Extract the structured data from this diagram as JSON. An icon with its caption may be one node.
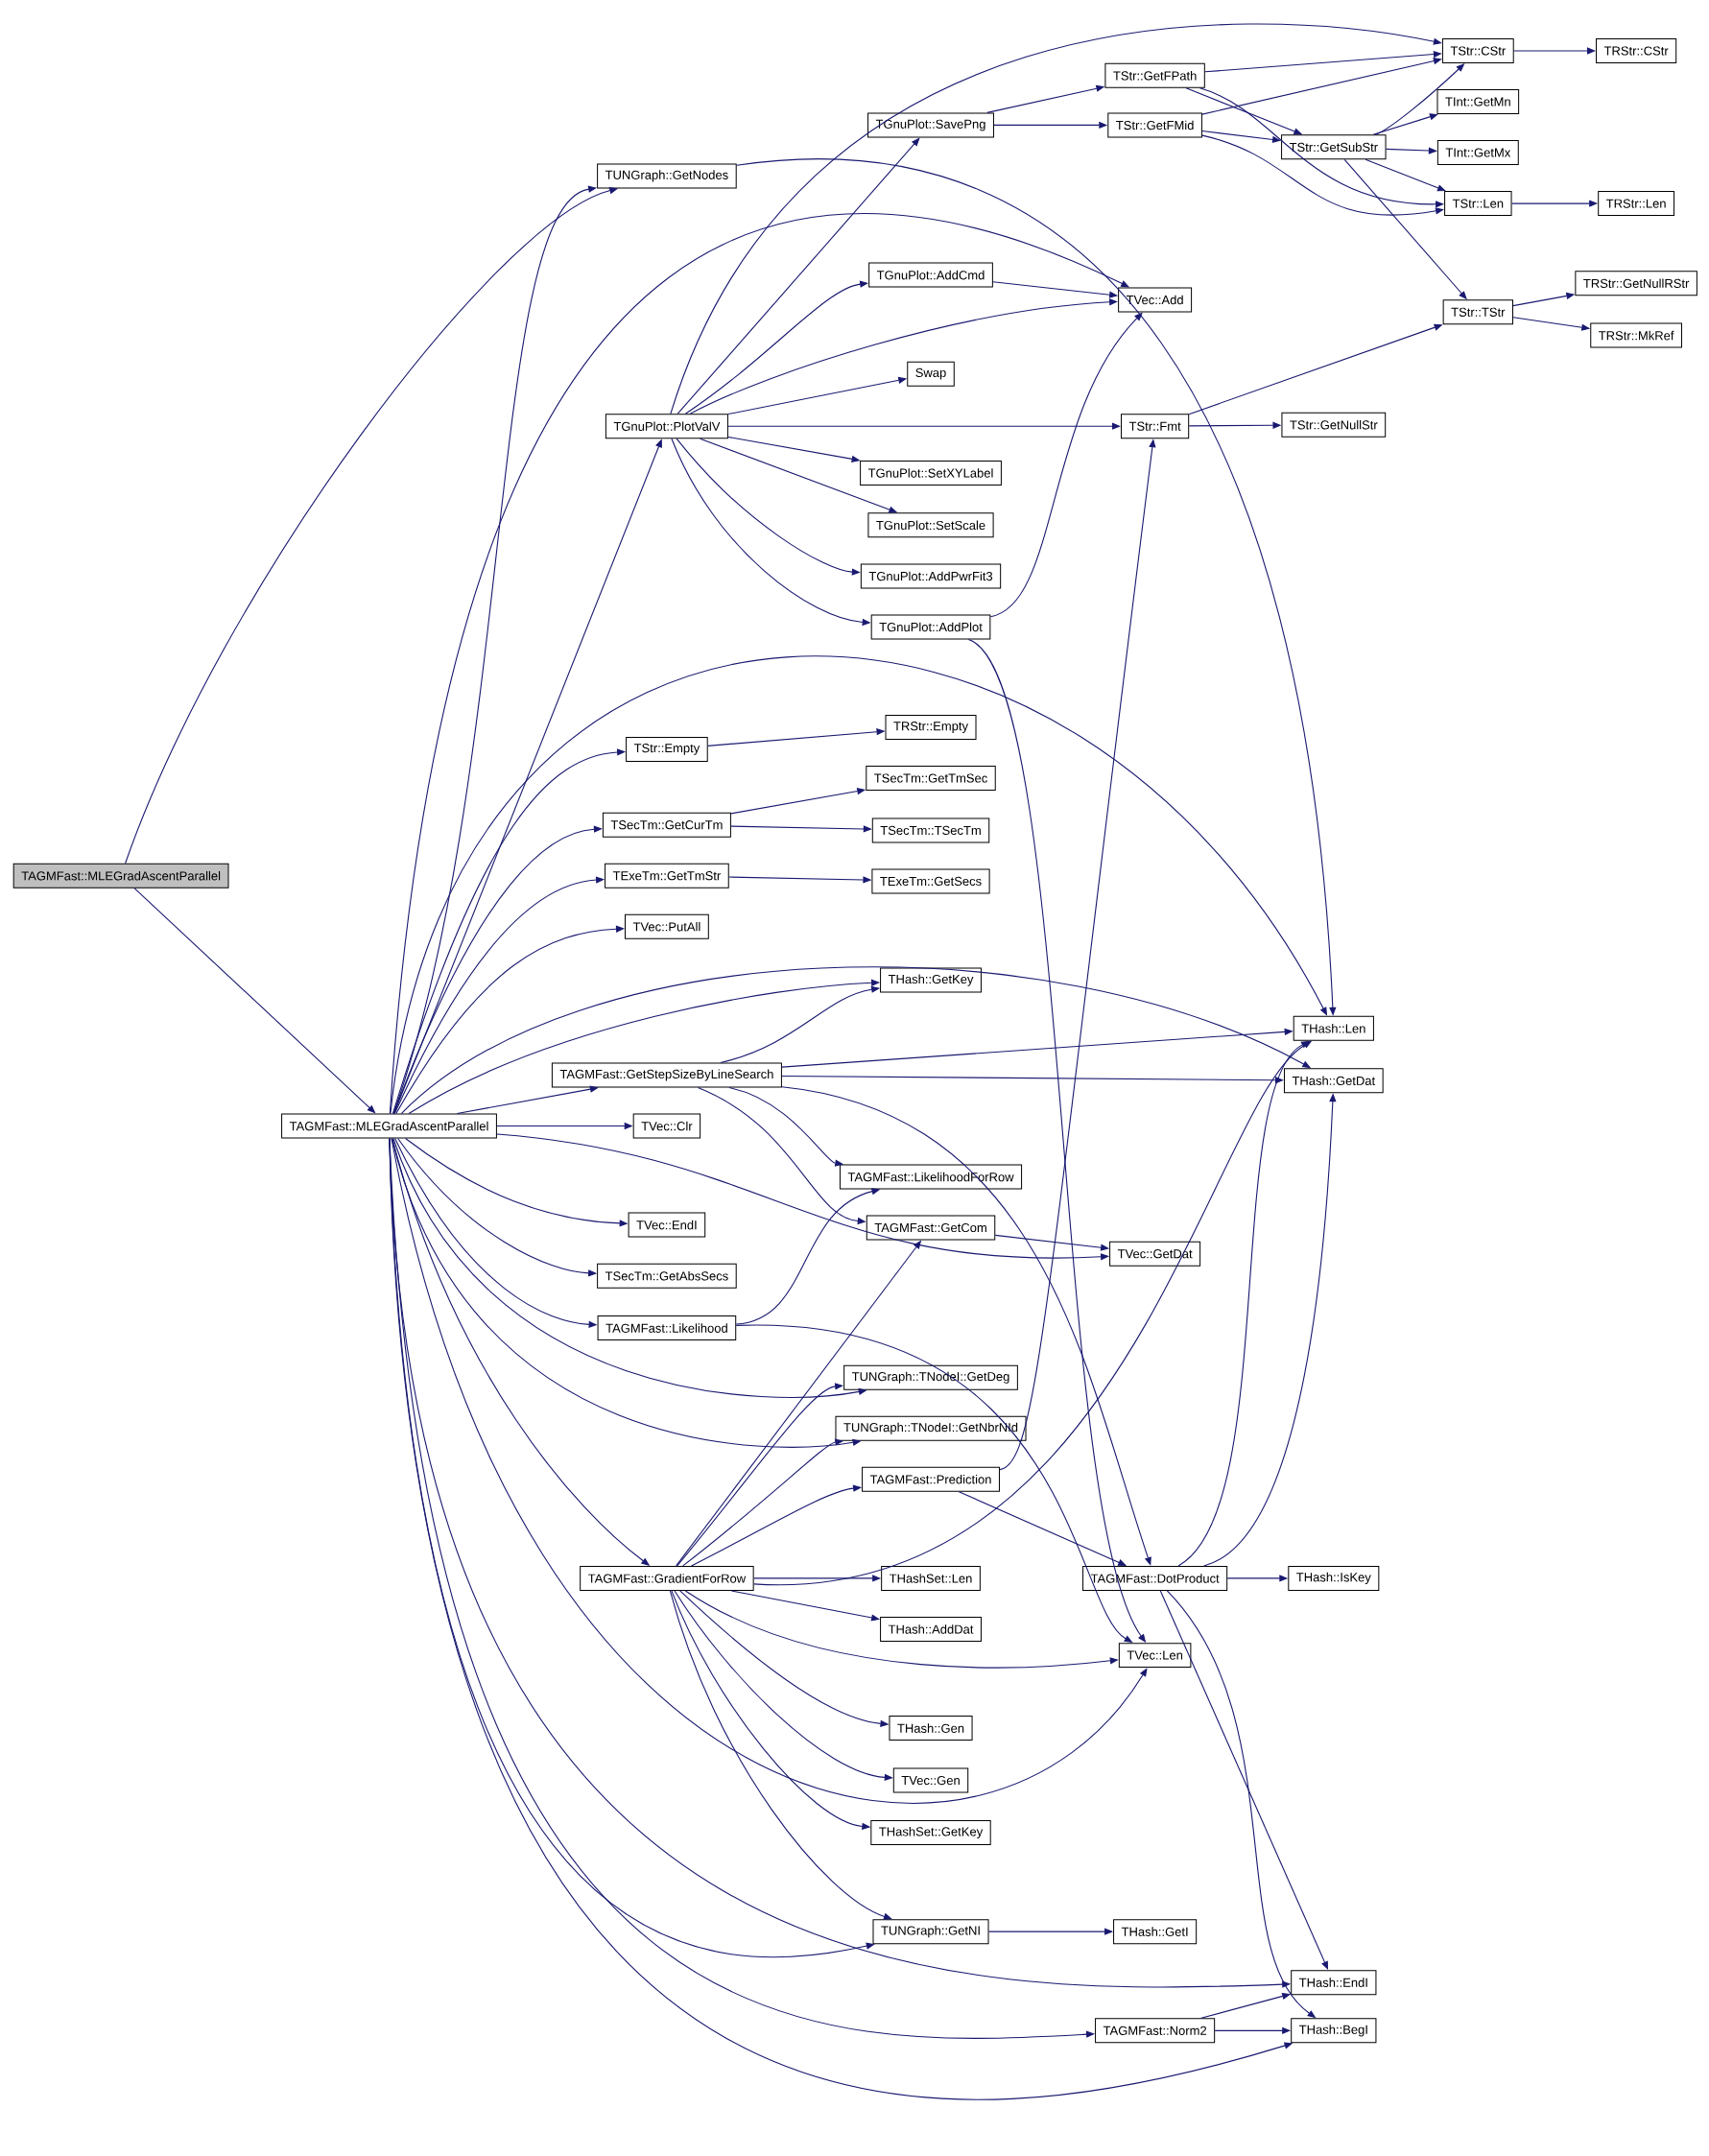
{
  "diagram": {
    "nodes": [
      {
        "text": [
          "TAGMFast::MLEGradAscentParallel"
        ]
      },
      {
        "text": [
          "TUNGraph::GetNodes"
        ]
      },
      {
        "text": [
          "TGnuPlot::PlotValV"
        ]
      },
      {
        "text": [
          "TStr::Empty"
        ]
      },
      {
        "text": [
          "TSecTm::GetCurTm"
        ]
      },
      {
        "text": [
          "TExeTm::GetTmStr"
        ]
      },
      {
        "text": [
          "TVec::PutAll"
        ]
      },
      {
        "text": [
          "TAGMFast::GetStepSizeByLineSearch"
        ]
      },
      {
        "text": [
          "TAGMFast::MLEGradAscentParallel"
        ]
      },
      {
        "text": [
          "TVec::Clr"
        ]
      },
      {
        "text": [
          "TVec::EndI"
        ]
      },
      {
        "text": [
          "TSecTm::GetAbsSecs"
        ]
      },
      {
        "text": [
          "TAGMFast::Likelihood"
        ]
      },
      {
        "text": [
          "TAGMFast::GradientForRow"
        ]
      },
      {
        "text": [
          "TGnuPlot::SavePng"
        ]
      },
      {
        "text": [
          "TGnuPlot::AddCmd"
        ]
      },
      {
        "text": [
          "Swap"
        ]
      },
      {
        "text": [
          "TGnuPlot::SetXYLabel"
        ]
      },
      {
        "text": [
          "TGnuPlot::SetScale"
        ]
      },
      {
        "text": [
          "TGnuPlot::AddPwrFit3"
        ]
      },
      {
        "text": [
          "TGnuPlot::AddPlot"
        ]
      },
      {
        "text": [
          "TRStr::Empty"
        ]
      },
      {
        "text": [
          "TSecTm::GetTmSec"
        ]
      },
      {
        "text": [
          "TSecTm::TSecTm"
        ]
      },
      {
        "text": [
          "TExeTm::GetSecs"
        ]
      },
      {
        "text": [
          "THash::GetKey"
        ]
      },
      {
        "text": [
          "TAGMFast::LikelihoodForRow"
        ]
      },
      {
        "text": [
          "TAGMFast::GetCom"
        ]
      },
      {
        "text": [
          "TUNGraph::TNodeI::GetDeg"
        ]
      },
      {
        "text": [
          "TUNGraph::TNodeI::GetNbrNId"
        ]
      },
      {
        "text": [
          "TAGMFast::Prediction"
        ]
      },
      {
        "text": [
          "THashSet::Len"
        ]
      },
      {
        "text": [
          "THash::AddDat"
        ]
      },
      {
        "text": [
          "THash::Gen"
        ]
      },
      {
        "text": [
          "TVec::Gen"
        ]
      },
      {
        "text": [
          "THashSet::GetKey"
        ]
      },
      {
        "text": [
          "TUNGraph::GetNI"
        ]
      },
      {
        "text": [
          "TStr::GetFPath"
        ]
      },
      {
        "text": [
          "TStr::GetFMid"
        ]
      },
      {
        "text": [
          "TVec::Add"
        ]
      },
      {
        "text": [
          "TStr::Fmt"
        ]
      },
      {
        "text": [
          "TVec::GetDat"
        ]
      },
      {
        "text": [
          "TAGMFast::DotProduct"
        ]
      },
      {
        "text": [
          "TVec::Len"
        ]
      },
      {
        "text": [
          "THash::GetI"
        ]
      },
      {
        "text": [
          "TAGMFast::Norm2"
        ]
      },
      {
        "text": [
          "TStr::CStr"
        ]
      },
      {
        "text": [
          "TInt::GetMn"
        ]
      },
      {
        "text": [
          "TStr::GetSubStr"
        ]
      },
      {
        "text": [
          "TInt::GetMx"
        ]
      },
      {
        "text": [
          "TStr::Len"
        ]
      },
      {
        "text": [
          "TStr::TStr"
        ]
      },
      {
        "text": [
          "TStr::GetNullStr"
        ]
      },
      {
        "text": [
          "THash::Len"
        ]
      },
      {
        "text": [
          "THash::GetDat"
        ]
      },
      {
        "text": [
          "THash::IsKey"
        ]
      },
      {
        "text": [
          "THash::EndI"
        ]
      },
      {
        "text": [
          "THash::BegI"
        ]
      },
      {
        "text": [
          "TRStr::CStr"
        ]
      },
      {
        "text": [
          "TRStr::Len"
        ]
      },
      {
        "text": [
          "TRStr::GetNullRStr"
        ]
      },
      {
        "text": [
          "TRStr::MkRef"
        ]
      }
    ],
    "edges": [
      {
        "from": 0,
        "to": 1,
        "arrow": "to"
      },
      {
        "from": 0,
        "to": 8,
        "arrow": "to"
      },
      {
        "from": 8,
        "to": 1,
        "arrow": "to"
      },
      {
        "from": 8,
        "to": 2,
        "arrow": "to"
      },
      {
        "from": 8,
        "to": 39,
        "arrow": "to"
      },
      {
        "from": 8,
        "to": 53,
        "arrow": "to"
      },
      {
        "from": 8,
        "to": 3,
        "arrow": "to"
      },
      {
        "from": 8,
        "to": 4,
        "arrow": "to"
      },
      {
        "from": 8,
        "to": 5,
        "arrow": "to"
      },
      {
        "from": 8,
        "to": 6,
        "arrow": "to"
      },
      {
        "from": 8,
        "to": 54,
        "arrow": "to"
      },
      {
        "from": 8,
        "to": 25,
        "arrow": "to"
      },
      {
        "from": 8,
        "to": 7,
        "arrow": "to"
      },
      {
        "from": 8,
        "to": 9,
        "arrow": "to"
      },
      {
        "from": 8,
        "to": 41,
        "arrow": "to"
      },
      {
        "from": 8,
        "to": 10,
        "arrow": "to"
      },
      {
        "from": 8,
        "to": 11,
        "arrow": "to"
      },
      {
        "from": 8,
        "to": 12,
        "arrow": "to"
      },
      {
        "from": 8,
        "to": 28,
        "arrow": "to"
      },
      {
        "from": 8,
        "to": 29,
        "arrow": "to"
      },
      {
        "from": 8,
        "to": 13,
        "arrow": "to"
      },
      {
        "from": 8,
        "to": 43,
        "arrow": "to"
      },
      {
        "from": 8,
        "to": 36,
        "arrow": "to"
      },
      {
        "from": 8,
        "to": 56,
        "arrow": "to"
      },
      {
        "from": 8,
        "to": 45,
        "arrow": "to"
      },
      {
        "from": 8,
        "to": 57,
        "arrow": "to"
      },
      {
        "from": 1,
        "to": 53,
        "arrow": "to"
      },
      {
        "from": 2,
        "to": 46,
        "arrow": "to"
      },
      {
        "from": 2,
        "to": 14,
        "arrow": "to"
      },
      {
        "from": 2,
        "to": 15,
        "arrow": "to"
      },
      {
        "from": 2,
        "to": 39,
        "arrow": "to"
      },
      {
        "from": 2,
        "to": 16,
        "arrow": "to"
      },
      {
        "from": 2,
        "to": 40,
        "arrow": "to"
      },
      {
        "from": 2,
        "to": 17,
        "arrow": "to"
      },
      {
        "from": 2,
        "to": 18,
        "arrow": "to"
      },
      {
        "from": 2,
        "to": 19,
        "arrow": "to"
      },
      {
        "from": 2,
        "to": 20,
        "arrow": "to"
      },
      {
        "from": 3,
        "to": 21,
        "arrow": "to"
      },
      {
        "from": 4,
        "to": 22,
        "arrow": "to"
      },
      {
        "from": 4,
        "to": 23,
        "arrow": "to"
      },
      {
        "from": 5,
        "to": 24,
        "arrow": "to"
      },
      {
        "from": 7,
        "to": 25,
        "arrow": "to"
      },
      {
        "from": 7,
        "to": 53,
        "arrow": "to"
      },
      {
        "from": 7,
        "to": 54,
        "arrow": "to"
      },
      {
        "from": 7,
        "to": 42,
        "arrow": "to"
      },
      {
        "from": 7,
        "to": 26,
        "arrow": "to"
      },
      {
        "from": 7,
        "to": 27,
        "arrow": "to"
      },
      {
        "from": 12,
        "to": 26,
        "arrow": "to"
      },
      {
        "from": 12,
        "to": 43,
        "arrow": "to"
      },
      {
        "from": 13,
        "to": 27,
        "arrow": "to"
      },
      {
        "from": 13,
        "to": 28,
        "arrow": "to"
      },
      {
        "from": 13,
        "to": 29,
        "arrow": "to"
      },
      {
        "from": 13,
        "to": 30,
        "arrow": "to"
      },
      {
        "from": 13,
        "to": 53,
        "arrow": "to"
      },
      {
        "from": 13,
        "to": 31,
        "arrow": "to"
      },
      {
        "from": 13,
        "to": 32,
        "arrow": "to"
      },
      {
        "from": 13,
        "to": 43,
        "arrow": "to"
      },
      {
        "from": 13,
        "to": 33,
        "arrow": "to"
      },
      {
        "from": 13,
        "to": 34,
        "arrow": "to"
      },
      {
        "from": 13,
        "to": 35,
        "arrow": "to"
      },
      {
        "from": 13,
        "to": 36,
        "arrow": "to"
      },
      {
        "from": 14,
        "to": 37,
        "arrow": "to"
      },
      {
        "from": 14,
        "to": 38,
        "arrow": "to"
      },
      {
        "from": 15,
        "to": 39,
        "arrow": "to"
      },
      {
        "from": 20,
        "to": 39,
        "arrow": "to"
      },
      {
        "from": 20,
        "to": 43,
        "arrow": "to"
      },
      {
        "from": 27,
        "to": 41,
        "arrow": "to"
      },
      {
        "from": 30,
        "to": 40,
        "arrow": "to"
      },
      {
        "from": 30,
        "to": 42,
        "arrow": "to"
      },
      {
        "from": 36,
        "to": 44,
        "arrow": "to"
      },
      {
        "from": 37,
        "to": 46,
        "arrow": "to"
      },
      {
        "from": 37,
        "to": 48,
        "arrow": "to"
      },
      {
        "from": 37,
        "to": 50,
        "arrow": "to"
      },
      {
        "from": 38,
        "to": 46,
        "arrow": "to"
      },
      {
        "from": 38,
        "to": 48,
        "arrow": "to"
      },
      {
        "from": 38,
        "to": 50,
        "arrow": "to"
      },
      {
        "from": 40,
        "to": 51,
        "arrow": "to"
      },
      {
        "from": 40,
        "to": 52,
        "arrow": "to"
      },
      {
        "from": 42,
        "to": 55,
        "arrow": "to"
      },
      {
        "from": 42,
        "to": 53,
        "arrow": "to"
      },
      {
        "from": 42,
        "to": 54,
        "arrow": "to"
      },
      {
        "from": 42,
        "to": 56,
        "arrow": "to"
      },
      {
        "from": 42,
        "to": 57,
        "arrow": "to"
      },
      {
        "from": 45,
        "to": 56,
        "arrow": "to"
      },
      {
        "from": 45,
        "to": 57,
        "arrow": "to"
      },
      {
        "from": 46,
        "to": 58,
        "arrow": "to"
      },
      {
        "from": 48,
        "to": 46,
        "arrow": "to"
      },
      {
        "from": 48,
        "to": 47,
        "arrow": "to"
      },
      {
        "from": 48,
        "to": 49,
        "arrow": "to"
      },
      {
        "from": 48,
        "to": 50,
        "arrow": "to"
      },
      {
        "from": 48,
        "to": 51,
        "arrow": "to"
      },
      {
        "from": 50,
        "to": 59,
        "arrow": "to"
      },
      {
        "from": 51,
        "to": 60,
        "arrow": "to"
      },
      {
        "from": 51,
        "to": 61,
        "arrow": "to"
      }
    ]
  }
}
